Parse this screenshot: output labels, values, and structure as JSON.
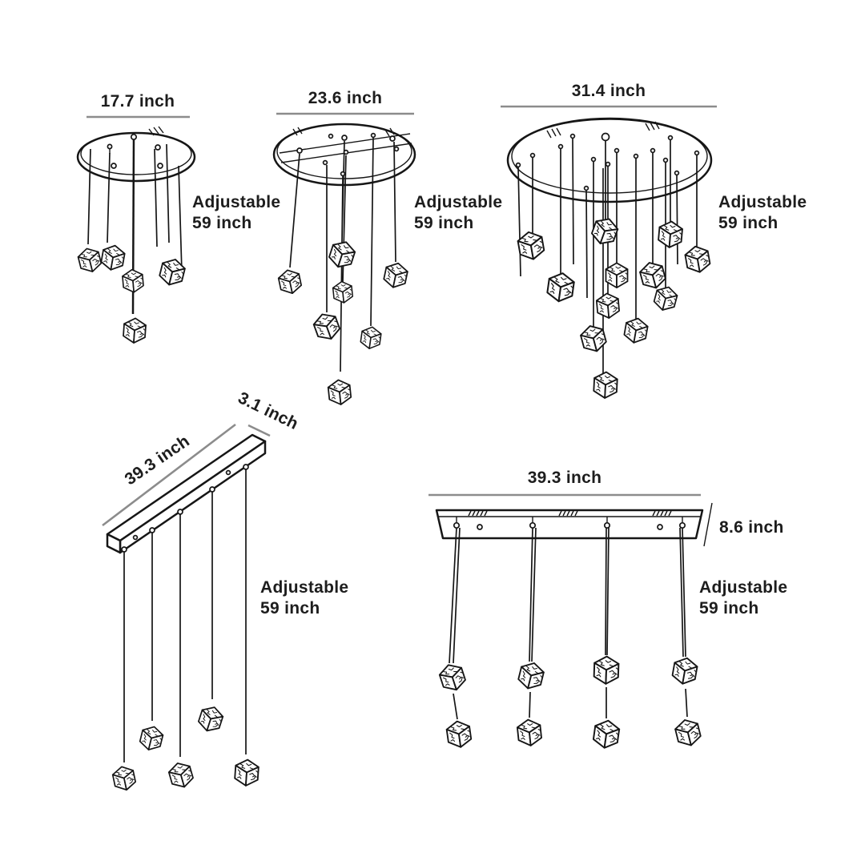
{
  "page": {
    "background": "#ffffff"
  },
  "colors": {
    "ink": "#161616",
    "dimension_line": "#8c8c8c",
    "text": "#1d1d1d"
  },
  "fixtures": [
    {
      "name": "round-chandelier-small",
      "canopy": "round",
      "pendant_count": 5,
      "width_label": "17.7 inch",
      "adjustable": [
        "Adjustable",
        "59 inch"
      ]
    },
    {
      "name": "round-chandelier-medium",
      "canopy": "round",
      "pendant_count": 7,
      "width_label": "23.6 inch",
      "adjustable": [
        "Adjustable",
        "59 inch"
      ]
    },
    {
      "name": "round-chandelier-large",
      "canopy": "round",
      "pendant_count": 12,
      "width_label": "31.4 inch",
      "adjustable": [
        "Adjustable",
        "59 inch"
      ]
    },
    {
      "name": "linear-chandelier-angled",
      "canopy": "linear",
      "pendant_count": 5,
      "length_label": "39.3 inch",
      "depth_label": "3.1 inch",
      "adjustable": [
        "Adjustable",
        "59 inch"
      ]
    },
    {
      "name": "linear-chandelier-front",
      "canopy": "linear",
      "pendant_count": 8,
      "length_label": "39.3 inch",
      "depth_label": "8.6 inch",
      "adjustable": [
        "Adjustable",
        "59 inch"
      ]
    }
  ]
}
